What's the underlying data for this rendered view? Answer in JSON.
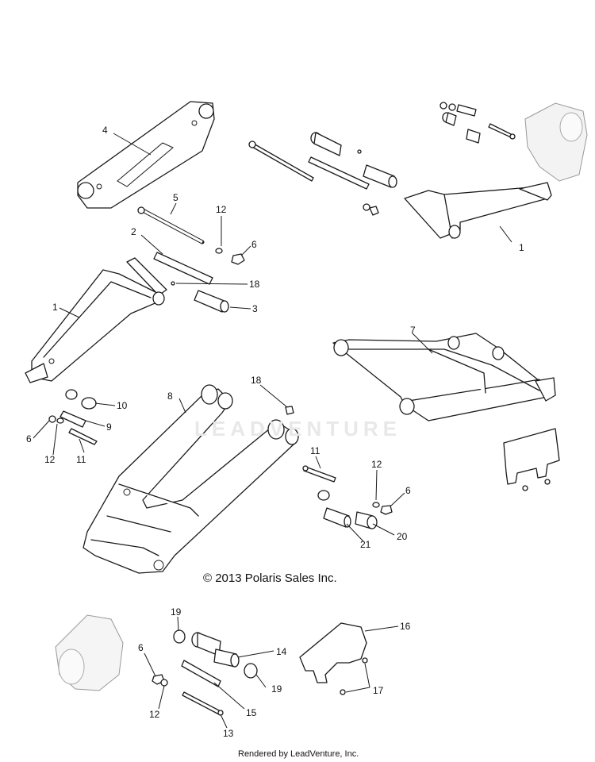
{
  "copyright": "© 2013 Polaris Sales Inc.",
  "rendered_by": "Rendered by LeadVenture, Inc.",
  "watermark": "LEADVENTURE",
  "callouts": {
    "c4": "4",
    "c1a": "1",
    "c5": "5",
    "c12a": "12",
    "c6a": "6",
    "c2": "2",
    "c18a": "18",
    "c3": "3",
    "c1b": "1",
    "c10": "10",
    "c9": "9",
    "c6b": "6",
    "c12b": "12",
    "c11a": "11",
    "c8": "8",
    "c18b": "18",
    "c7": "7",
    "c11b": "11",
    "c12c": "12",
    "c6c": "6",
    "c20": "20",
    "c21": "21",
    "c19a": "19",
    "c6d": "6",
    "c14": "14",
    "c16": "16",
    "c19b": "19",
    "c12d": "12",
    "c15": "15",
    "c17": "17",
    "c13": "13"
  }
}
